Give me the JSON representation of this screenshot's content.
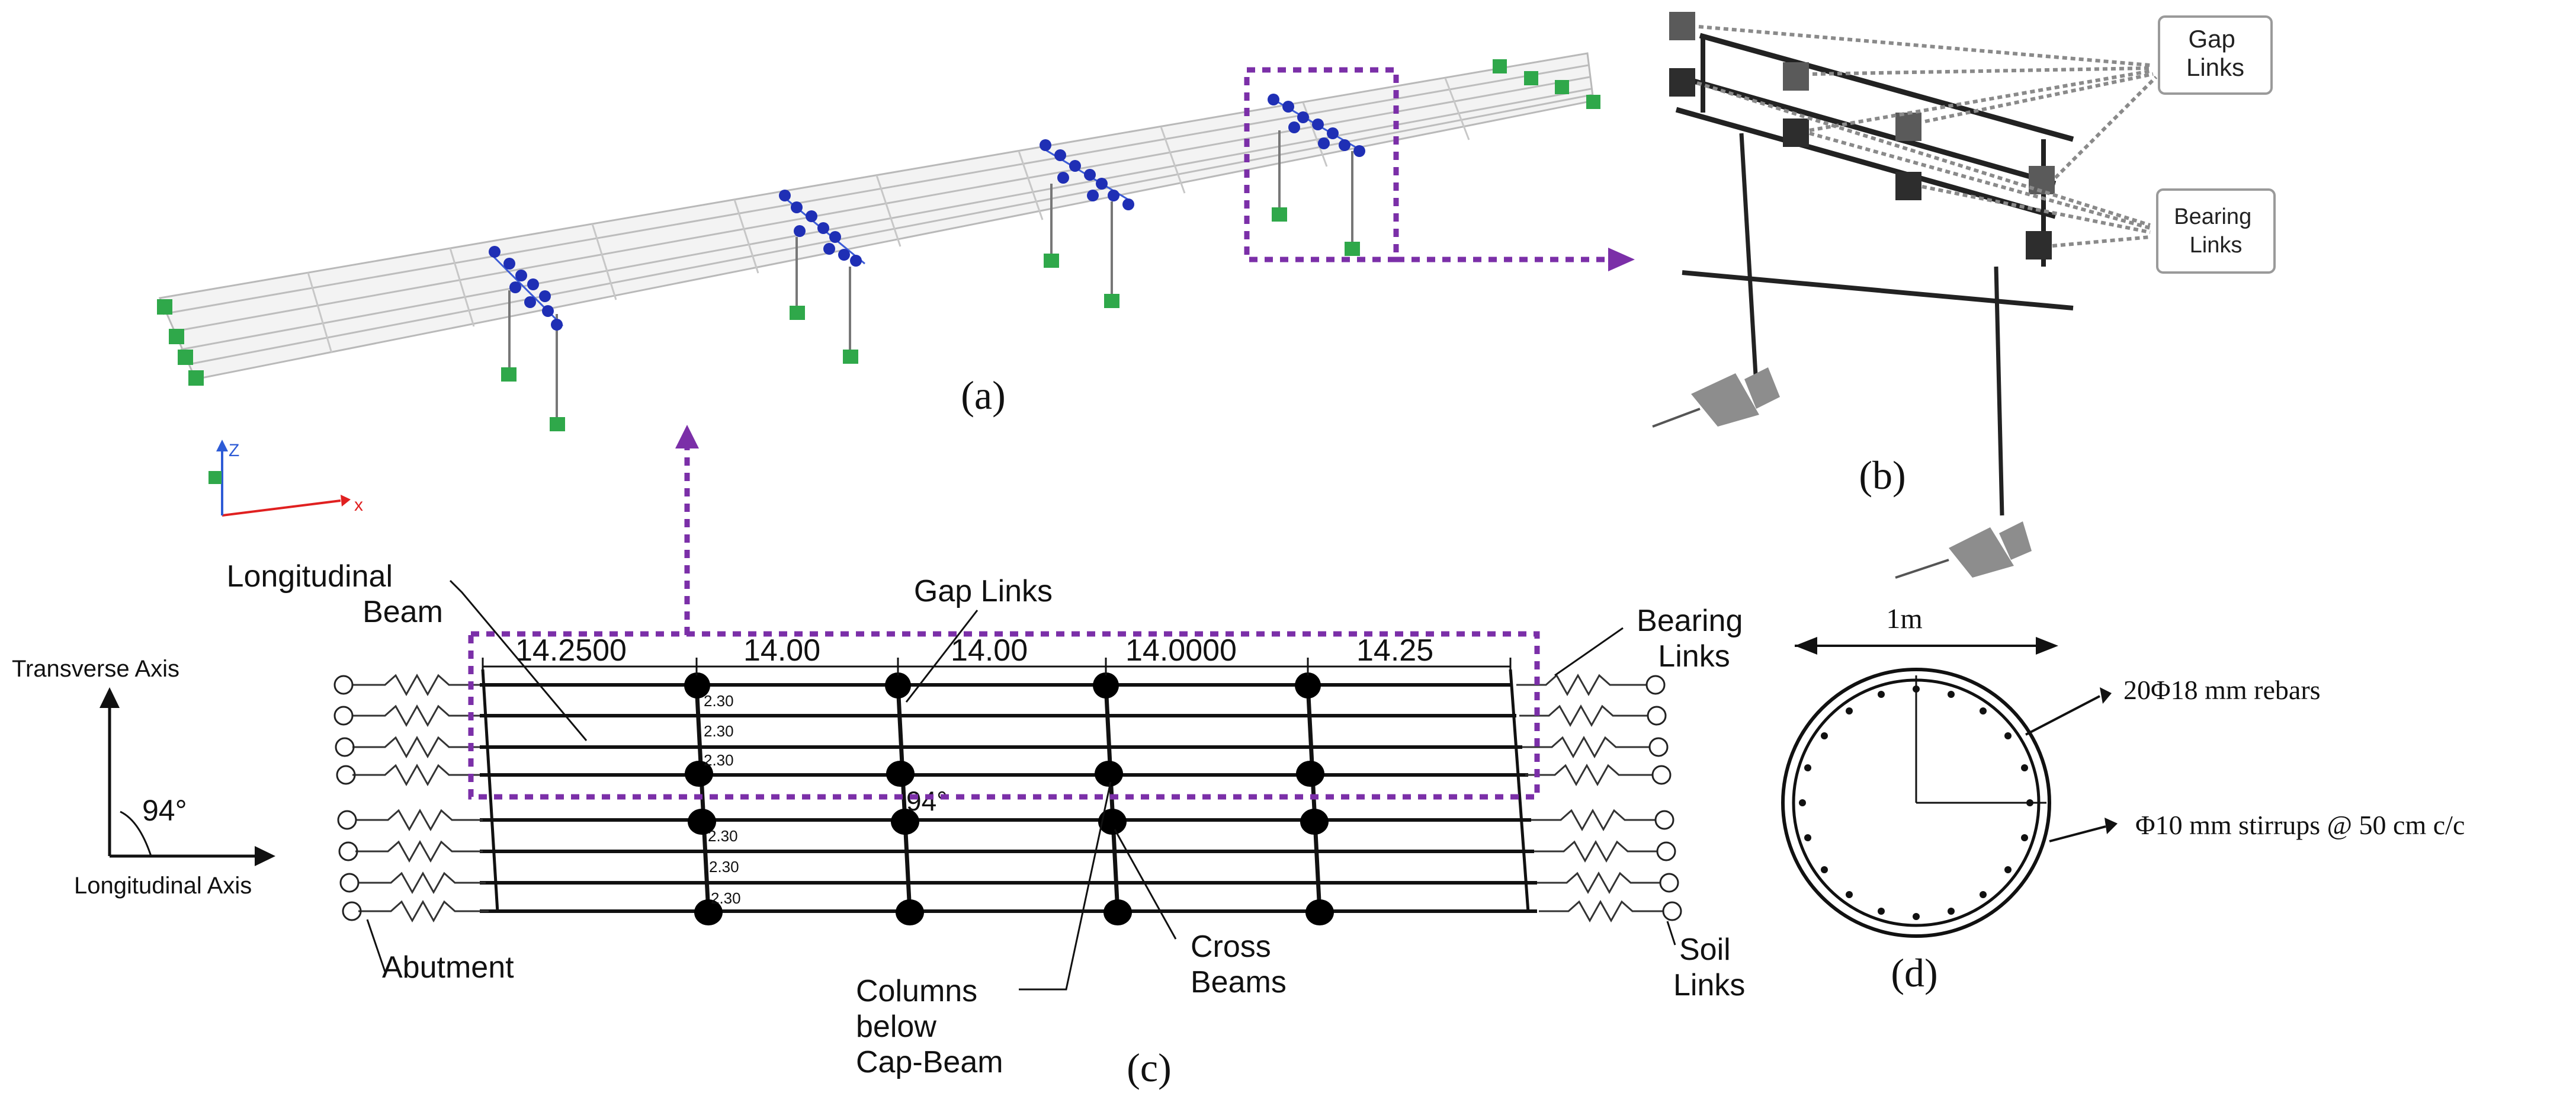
{
  "panels": {
    "a": {
      "label": "(a)"
    },
    "b": {
      "label": "(b)",
      "gap_links": "Gap\nLinks",
      "bearing_links": "Bearing\nLinks"
    },
    "c": {
      "label": "(c)",
      "span_lengths": [
        "14.2500",
        "14.00",
        "14.00",
        "14.0000",
        "14.25"
      ],
      "spacing": [
        "2.30",
        "2.30",
        "2.30",
        "2.30",
        "2.30",
        "2.30"
      ],
      "skew_angle": "94°",
      "labels": {
        "longitudinal_beam": "Longitudinal\nBeam",
        "gap_links": "Gap Links",
        "bearing_links": "Bearing\nLinks",
        "abutment": "Abutment",
        "columns": "Columns\nbelow\nCap-Beam",
        "cross_beams": "Cross\nBeams",
        "soil_links": "Soil\nLinks"
      },
      "axes": {
        "transverse": "Transverse Axis",
        "longitudinal": "Longitudinal Axis",
        "angle": "94°"
      }
    },
    "d": {
      "label": "(d)",
      "diameter": "1m",
      "rebars": "20Φ18 mm rebars",
      "stirrups": "Φ10 mm stirrups @ 50 cm c/c"
    }
  },
  "axis_triad": {
    "z": "Z",
    "x": "x"
  },
  "colors": {
    "callout": "#7b2fa8",
    "node_blue": "#1f2fb5",
    "support_green": "#2fa84a",
    "grey": "#9a9a9a"
  }
}
